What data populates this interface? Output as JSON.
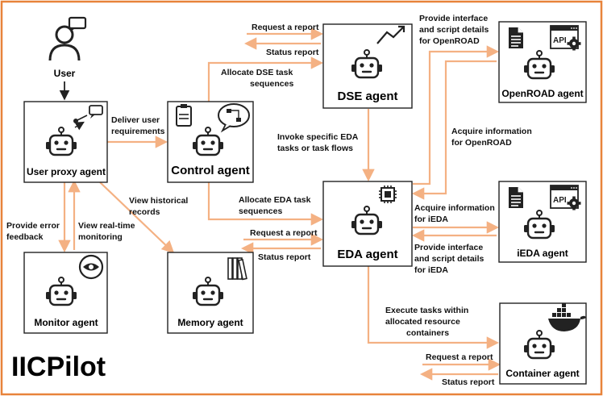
{
  "title": "IICPilot",
  "user": "User",
  "agents": {
    "user_proxy": "User proxy agent",
    "control": "Control agent",
    "dse": "DSE agent",
    "eda": "EDA agent",
    "monitor": "Monitor agent",
    "memory": "Memory agent",
    "openroad": "OpenROAD agent",
    "ieda": "iEDA agent",
    "container": "Container agent"
  },
  "labels": {
    "deliver_1": "Deliver user",
    "deliver_2": "requirements",
    "error_1": "Provide error",
    "error_2": "feedback",
    "realtime_1": "View real-time",
    "realtime_2": "monitoring",
    "history_1": "View historical",
    "history_2": "records",
    "alloc_dse_1": "Allocate DSE task",
    "alloc_dse_2": "sequences",
    "alloc_eda_1": "Allocate EDA task",
    "alloc_eda_2": "sequences",
    "invoke_1": "Invoke specific EDA",
    "invoke_2": "tasks or task flows",
    "req_dse": "Request a report",
    "status_dse": "Status report",
    "req_eda": "Request a report",
    "status_eda": "Status report",
    "or_iface_1": "Provide interface",
    "or_iface_2": "and script details",
    "or_iface_3": "for OpenROAD",
    "or_acq_1": "Acquire information",
    "or_acq_2": "for OpenROAD",
    "ieda_acq_1": "Acquire information",
    "ieda_acq_2": "for iEDA",
    "ieda_iface_1": "Provide interface",
    "ieda_iface_2": "and script details",
    "ieda_iface_3": "for iEDA",
    "exec_1": "Execute tasks within",
    "exec_2": "allocated resource",
    "exec_3": "containers",
    "req_cont": "Request a report",
    "status_cont": "Status report"
  },
  "api_text": "API",
  "colors": {
    "arrow": "#f4b183",
    "border": "#e8833a",
    "stroke": "#222222"
  }
}
